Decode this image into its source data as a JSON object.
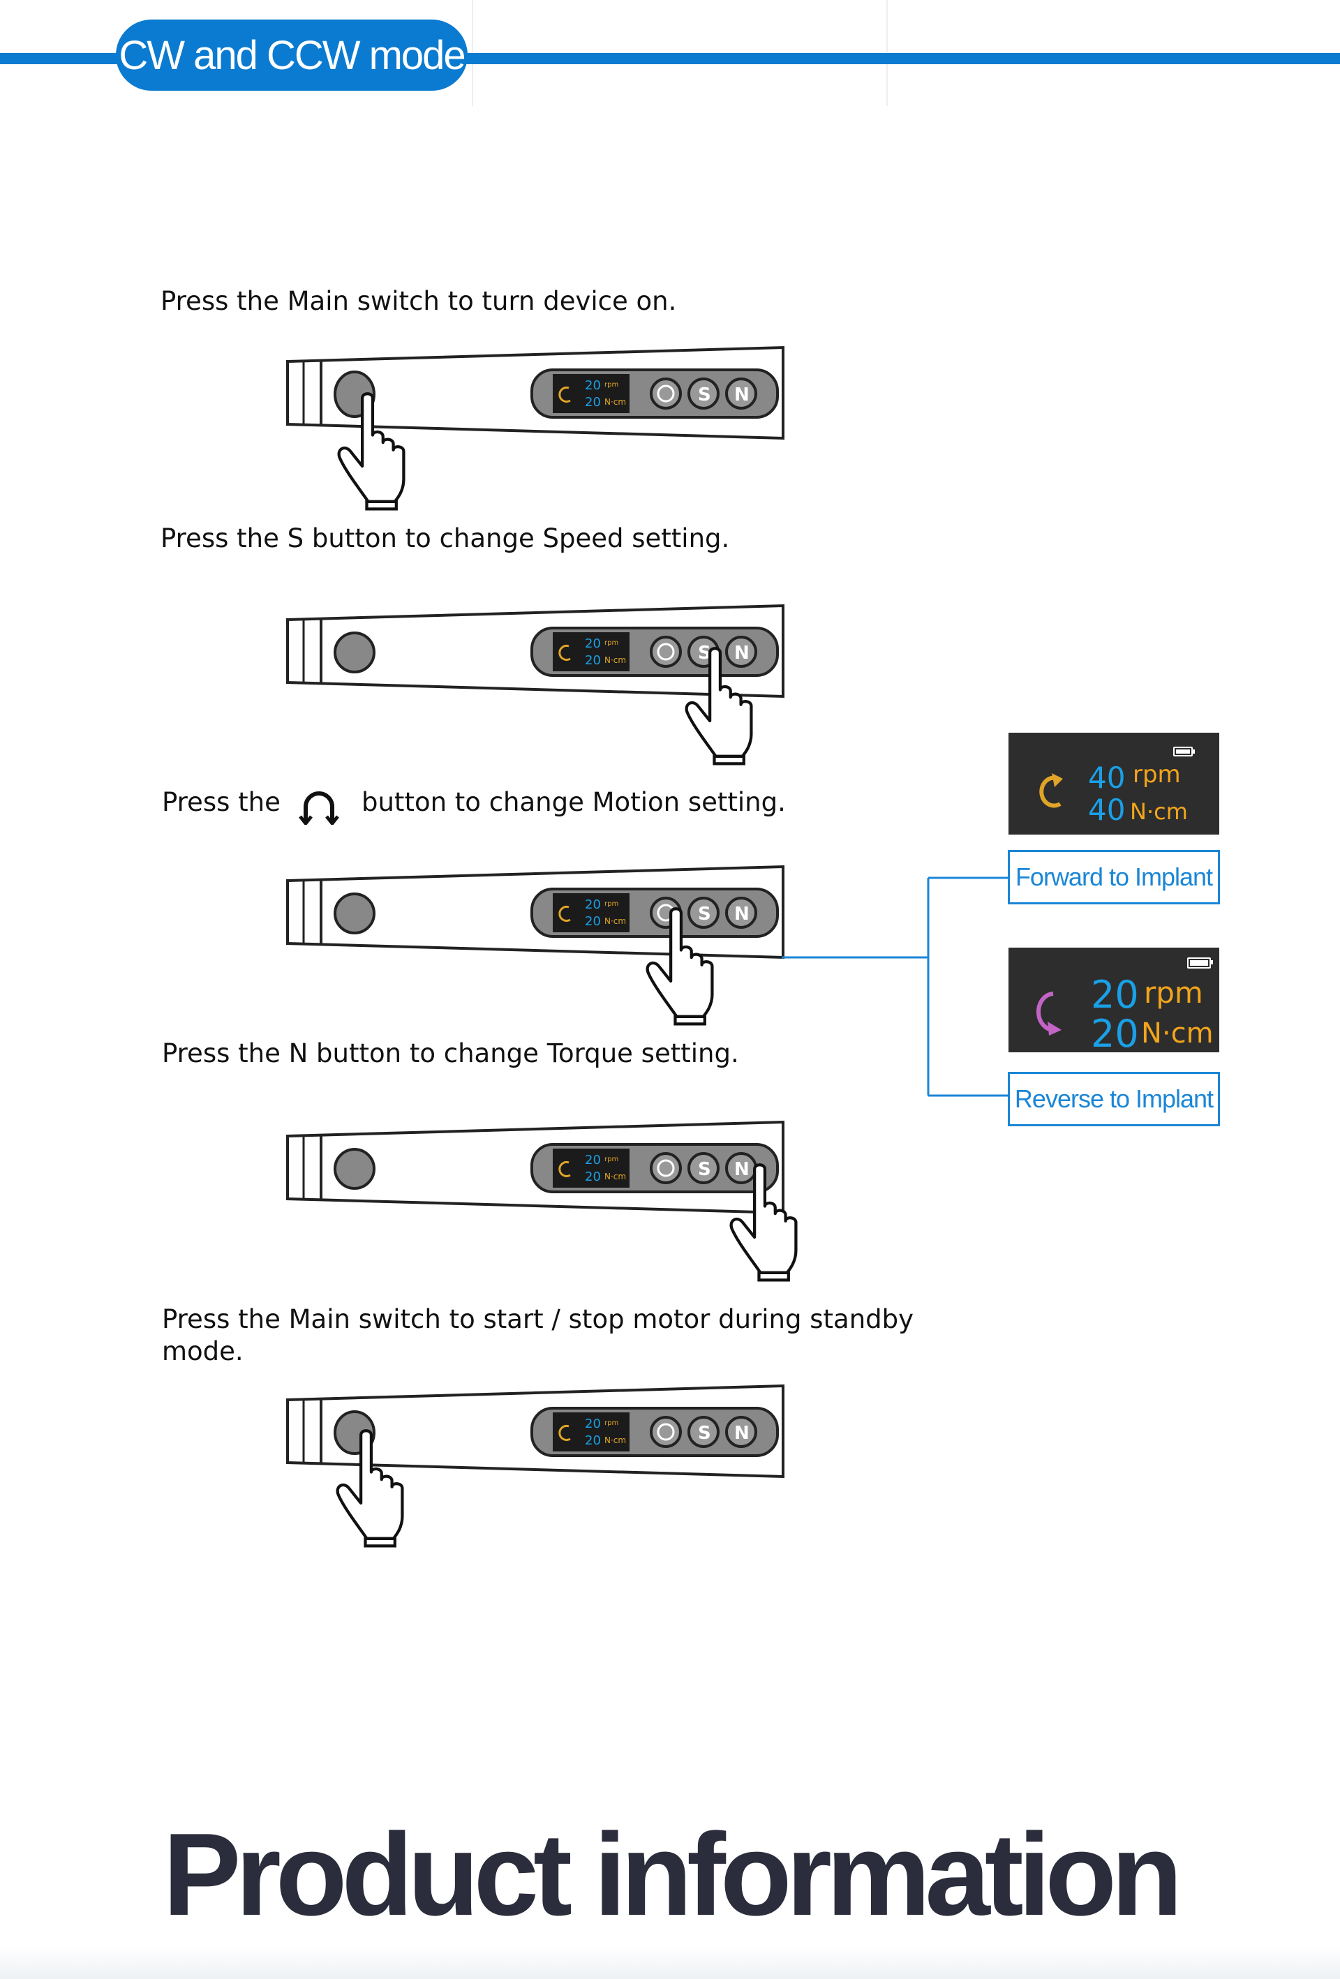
{
  "header": {
    "badge_label": "CW and CCW mode",
    "accent_color": "#0a7bd1"
  },
  "steps": [
    {
      "text": "Press the Main switch to turn device on.",
      "highlight_button": "main-switch"
    },
    {
      "text": "Press the  S  button to change Speed setting.",
      "highlight_button": "s-button"
    },
    {
      "text_before": "Press the",
      "icon": "motion-icon",
      "text_after": "button to change Motion setting.",
      "highlight_button": "motion-button"
    },
    {
      "text": "Press the  N  button to change Torque setting.",
      "highlight_button": "n-button"
    },
    {
      "text": "Press the Main switch to start / stop  motor during standby mode.",
      "highlight_button": "main-switch"
    }
  ],
  "device_screen": {
    "speed_value": "20",
    "speed_unit": "rpm",
    "torque_value": "20",
    "torque_unit": "N·cm",
    "buttons": [
      "⟳",
      "S",
      "N"
    ]
  },
  "displays": [
    {
      "speed_value": "40",
      "speed_unit": "rpm",
      "torque_value": "40",
      "torque_unit": "N·cm",
      "direction": "forward",
      "arrow_color": "#e0a526",
      "label": "Forward to Implant"
    },
    {
      "speed_value": "20",
      "speed_unit": "rpm",
      "torque_value": "20",
      "torque_unit": "N·cm",
      "direction": "reverse",
      "arrow_color": "#c364c6",
      "label": "Reverse to Implant"
    }
  ],
  "footer": {
    "title": "Product information"
  }
}
